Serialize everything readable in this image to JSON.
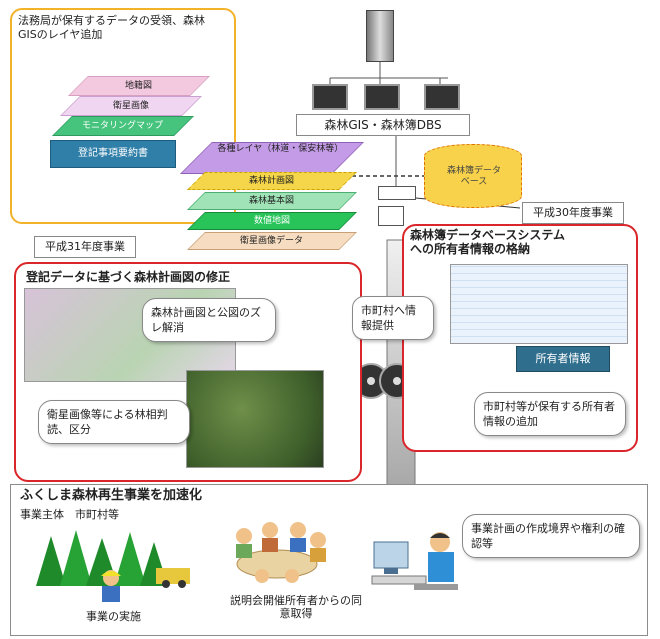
{
  "top_left_box": {
    "title": "法務局が保有するデータの受領、森林GISのレイヤ追加",
    "layers": [
      "地籍図",
      "衛星画像",
      "モニタリングマップ"
    ],
    "bottom_label": "登記事項要約書"
  },
  "server": {
    "label": "森林GIS・森林簿DBS"
  },
  "stack_layers": [
    "各種レイヤ（林道・保安林等）",
    "森林計画図",
    "森林基本図",
    "数値地図",
    "衛星画像データ"
  ],
  "database": {
    "label": "森林簿データベース"
  },
  "year_tags": {
    "h30": "平成30年度事業",
    "h31": "平成31年度事業"
  },
  "right_box": {
    "title": "森林簿データベースシステムへの所有者情報の格納",
    "owner_tag": "所有者情報",
    "callout": "市町村等が保有する所有者情報の追加"
  },
  "left_box": {
    "title": "登記データに基づく森林計画図の修正",
    "callout_1": "森林計画図と公図のズレ解消",
    "callout_2": "衛星画像等による林相判読、区分"
  },
  "center_callout": "市町村へ情報提供",
  "bottom_box": {
    "title": "ふくしま森林再生事業を加速化",
    "subtitle": "事業主体　市町村等",
    "item_1": "事業の実施",
    "item_2": "説明会開催所有者からの同意取得",
    "callout": "事業計画の作成境界や権利の確認等"
  },
  "colors": {
    "orange": "#f2b22a",
    "red": "#d9262a",
    "purple": "#c49be6",
    "pink": "#f3b6d4",
    "green": "#52d38a",
    "teal": "#2fa06e",
    "yellow": "#f5d64a",
    "peach": "#f6dcc0"
  }
}
